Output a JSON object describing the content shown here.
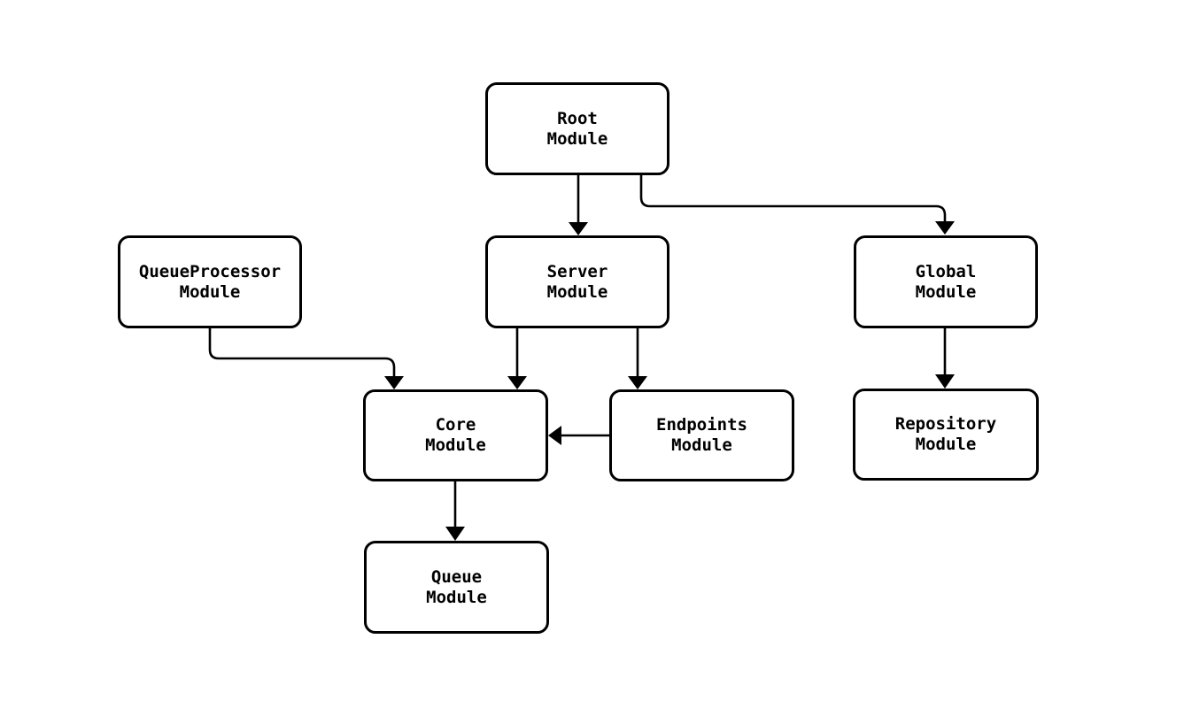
{
  "diagram": {
    "background_color": "#ffffff",
    "node_fill_color": "#ffffff",
    "stroke_color": "#000000",
    "nodes": [
      {
        "id": "root",
        "label": "Root\nModule"
      },
      {
        "id": "queueprocessor",
        "label": "QueueProcessor\nModule"
      },
      {
        "id": "server",
        "label": "Server\nModule"
      },
      {
        "id": "global",
        "label": "Global\nModule"
      },
      {
        "id": "core",
        "label": "Core\nModule"
      },
      {
        "id": "endpoints",
        "label": "Endpoints\nModule"
      },
      {
        "id": "repository",
        "label": "Repository\nModule"
      },
      {
        "id": "queue",
        "label": "Queue\nModule"
      }
    ],
    "edges": [
      {
        "from": "root",
        "to": "server"
      },
      {
        "from": "root",
        "to": "global"
      },
      {
        "from": "queueprocessor",
        "to": "core"
      },
      {
        "from": "server",
        "to": "core"
      },
      {
        "from": "server",
        "to": "endpoints"
      },
      {
        "from": "endpoints",
        "to": "core"
      },
      {
        "from": "global",
        "to": "repository"
      },
      {
        "from": "core",
        "to": "queue"
      }
    ]
  }
}
